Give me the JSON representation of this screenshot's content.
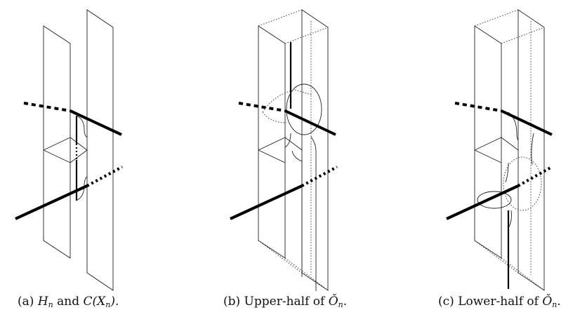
{
  "captions": {
    "a": {
      "prefix": "(a) ",
      "mid": " and ",
      "suffix": ".",
      "sym1": "H",
      "sub1": "n",
      "sym2": "C(X",
      "sub2": "n",
      "sym2_close": ")"
    },
    "b": {
      "prefix": "(b) Upper-half of ",
      "sym": "Ǒ",
      "sub": "n",
      "suffix": "."
    },
    "c": {
      "prefix": "(c) Lower-half of ",
      "sym": "Ǒ",
      "sub": "n",
      "suffix": "."
    }
  }
}
